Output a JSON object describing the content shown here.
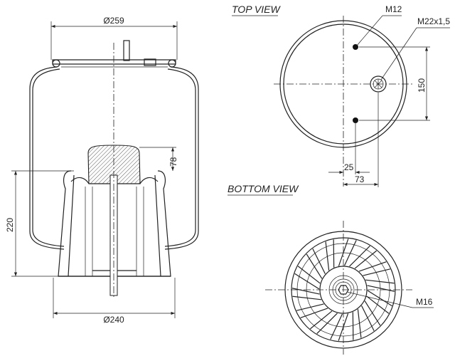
{
  "side_view": {
    "top_diameter": "Ø259",
    "bottom_diameter": "Ø240",
    "height_dim": "220",
    "bumper_dim": "78"
  },
  "top_view": {
    "title": "TOP VIEW",
    "stud_label": "M12",
    "air_fitting_label": "M22x1,5",
    "stud_spacing": "150",
    "stud_offset": "25",
    "fitting_offset": "73"
  },
  "bottom_view": {
    "title": "BOTTOM VIEW",
    "bolt_label": "M16"
  }
}
